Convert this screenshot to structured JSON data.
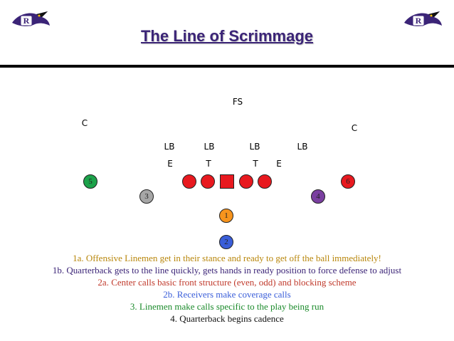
{
  "title": "The Line of Scrimmage",
  "colors": {
    "title": "#3b2477",
    "red": "#e8191f",
    "green": "#1ca24a",
    "gray": "#a6a6a6",
    "purple": "#7a3fa0",
    "orange": "#f7941d",
    "blue": "#3a5ed9",
    "note_1a": "#b8860b",
    "note_1b": "#3b2477",
    "note_2a": "#c0392b",
    "note_2b": "#3a5ed9",
    "note_3": "#1a8a2a",
    "note_4": "#111111"
  },
  "defense": {
    "fs": "FS",
    "c_left": "C",
    "c_right": "C",
    "lb1": "LB",
    "lb2": "LB",
    "lb3": "LB",
    "lb4": "LB",
    "e_left": "E",
    "t_left": "T",
    "t_right": "T",
    "e_right": "E"
  },
  "offense": {
    "wr_left": "5",
    "wr_right": "6",
    "te_left": "3",
    "te_right": "4",
    "qb": "1",
    "rb": "2",
    "linemen_icon": "red-circle",
    "center_icon": "red-square"
  },
  "notes": {
    "n1a": "1a. Offensive Linemen get in their stance and ready to get off the ball immediately!",
    "n1b": "1b. Quarterback gets to the line quickly, gets hands in ready position to force defense to adjust",
    "n2a": "2a. Center calls basic front structure (even, odd) and blocking scheme",
    "n2b": "2b. Receivers make coverage calls",
    "n3": "3. Linemen make calls specific to the play being run",
    "n4": "4. Quarterback begins cadence"
  },
  "logo_icon": "ravens-logo"
}
